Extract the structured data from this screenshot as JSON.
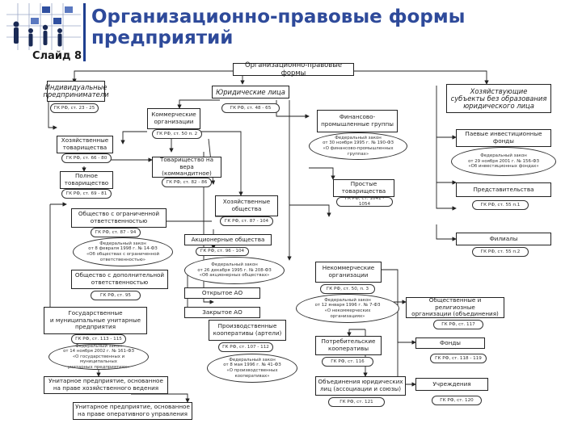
{
  "header": {
    "title_line1": "Организационно-правовые формы",
    "title_line2": "предприятий",
    "slide_label": "Слайд 8"
  },
  "diagram": {
    "root": "Организационно-правовые формы",
    "individual": {
      "label": "Индивидуальные\nпредприниматели",
      "ref": "ГК РФ, ст. 23 - 25"
    },
    "legal_entities": {
      "label": "Юридические лица",
      "ref": "ГК РФ, ст. 48 - 65"
    },
    "non_legal": {
      "label": "Хозяйствующие\nсубъекты без образования\nюридического лица"
    },
    "commercial": {
      "label": "Коммерческие\nорганизации",
      "ref": "ГК РФ, ст. 50 п. 2"
    },
    "partnerships": {
      "label": "Хозяйственные\nтоварищества",
      "ref": "ГК РФ, ст. 66 - 80"
    },
    "full_partnership": {
      "label": "Полное\nтоварищество",
      "ref": "ГК РФ, ст. 69 - 81"
    },
    "limited_partnership": {
      "label": "Товарищество на\nвера (коммандитное)",
      "ref": "ГК РФ, ст. 82 - 86"
    },
    "fig": {
      "label": "Финансово-\nпромышленные группы",
      "law": "Федеральный закон\nот 30 ноября 1995 г. № 190-ФЗ\n«О финансово-промышленных\nгруппах»"
    },
    "mutual_funds": {
      "label": "Паевые инвестиционные\nфонды",
      "law": "Федеральный закон\nот 29 ноября 2001 г. № 156-ФЗ\n«Об инвестиционных фондах»"
    },
    "simple_partnership": {
      "label": "Простые\nтоварищества",
      "ref": "ГК РФ, ст. 1041 - 1054"
    },
    "representations": {
      "label": "Представительства",
      "ref": "ГК РФ, ст. 55 п.1"
    },
    "business_companies": {
      "label": "Хозяйственные\nобщества",
      "ref": "ГК РФ, ст. 87 - 104"
    },
    "llc": {
      "label": "Общество с ограниченной\nответственностью",
      "ref": "ГК РФ, ст. 87 - 94",
      "law": "Федеральный закон\nот 8 февраля 1998 г. № 14-ФЗ\n«Об обществах с ограниченной\nответственностью»"
    },
    "branches": {
      "label": "Филиалы",
      "ref": "ГК РФ, ст. 55 п.2"
    },
    "jsc": {
      "label": "Акционерные общества",
      "ref": "ГК РФ, ст. 96 - 104",
      "law": "Федеральный закон\nот 26 декабря 1995 г. № 208-ФЗ\n«Об акционерных обществах»"
    },
    "alc": {
      "label": "Общество с дополнительной\nответственностью",
      "ref": "ГК РФ, ст. 95"
    },
    "open_jsc": {
      "label": "Открытое АО"
    },
    "closed_jsc": {
      "label": "Закрытое АО"
    },
    "nonprofit": {
      "label": "Некоммерческие\nорганизации",
      "ref": "ГК РФ, ст. 50, п. 3",
      "law": "Федеральный закон\nот 12 января 1996 г. № 7-ФЗ\n«О некоммерческих\nорганизациях»"
    },
    "public_orgs": {
      "label": "Общественные и религиозные\nорганизации (объединения)",
      "ref": "ГК РФ, ст. 117"
    },
    "unitary": {
      "label": "Государственные\nи муниципальные унитарные\nпредприятия",
      "ref": "ГК РФ, ст. 113 - 115",
      "law": "Федеральный закон\nот 14 ноября 2002 г. № 161-ФЗ\n«О государственных и муниципальных\nунитарных предприятиях»"
    },
    "cooperatives": {
      "label": "Производственные\nкооперативы (артели)",
      "ref": "ГК РФ, ст. 107 - 112",
      "law": "Федеральный закон\nот 8 мая 1996 г. № 41-ФЗ\n«О производственных\nкооперативах»"
    },
    "consumer_coops": {
      "label": "Потребительские\nкооперативы",
      "ref": "ГК РФ, ст. 116"
    },
    "foundations": {
      "label": "Фонды",
      "ref": "ГК РФ, ст. 118 - 119"
    },
    "unitary_economic": {
      "label": "Унитарное предприятие, основанное\nна праве хозяйственного ведения"
    },
    "unitary_operational": {
      "label": "Унитарное предприятие, основанное\nна праве оперативного управления"
    },
    "associations": {
      "label": "Объединения юридических\nлиц (ассоциации и союзы)",
      "ref": "ГК РФ, ст. 121"
    },
    "institutions": {
      "label": "Учреждения",
      "ref": "ГК РФ, ст. 120"
    }
  }
}
